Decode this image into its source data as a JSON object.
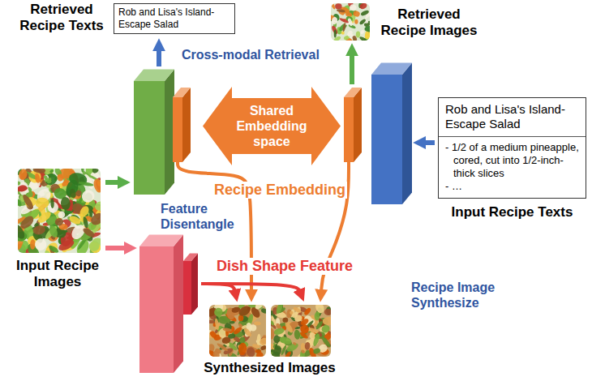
{
  "diagram": {
    "nodes": [
      {
        "text": [
          "Retrieved Recipe Texts",
          "Rob and Lisa's Island-Escape Salad"
        ]
      },
      {
        "text": [
          "Shared Embedding space"
        ]
      },
      {
        "text": [
          "Rob and Lisa's Island-Escape Salad",
          "- 1/2 of a medium pineapple, cored, cut into 1/2-inch-thick slices",
          "- …",
          "Input Recipe Texts"
        ]
      }
    ],
    "labels": [
      "Retrieved Recipe Images",
      "Cross-modal Retrieval",
      "Recipe Embedding",
      "Feature Disentangle",
      "Input Recipe Images",
      "Dish Shape Feature",
      "Recipe Image Synthesize",
      "Synthesized Images"
    ]
  }
}
